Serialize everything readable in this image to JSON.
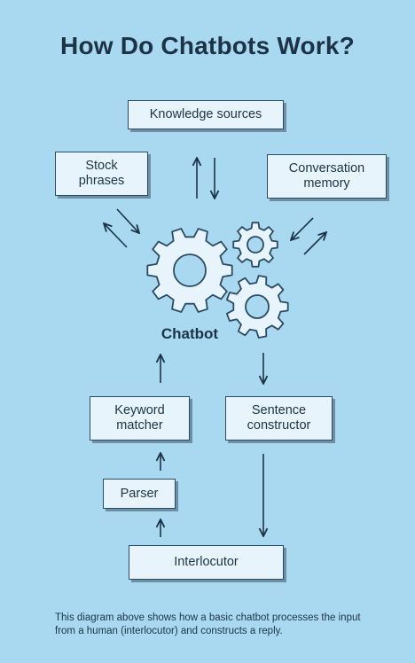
{
  "title": "How Do Chatbots Work?",
  "center_label": "Chatbot",
  "nodes": {
    "knowledge_sources": "Knowledge sources",
    "stock_phrases": "Stock\nphrases",
    "conversation_memory": "Conversation\nmemory",
    "keyword_matcher": "Keyword\nmatcher",
    "sentence_constructor": "Sentence\nconstructor",
    "parser": "Parser",
    "interlocutor": "Interlocutor"
  },
  "caption": "This diagram above shows how a basic chatbot processes the input from a human (interlocutor) and constructs a reply.",
  "colors": {
    "background": "#a9d8f1",
    "box_fill": "#e8f4fb",
    "stroke": "#2b4a63",
    "text": "#1c3346"
  },
  "icons": [
    "gear-icon",
    "arrow-up-icon",
    "arrow-down-icon"
  ]
}
